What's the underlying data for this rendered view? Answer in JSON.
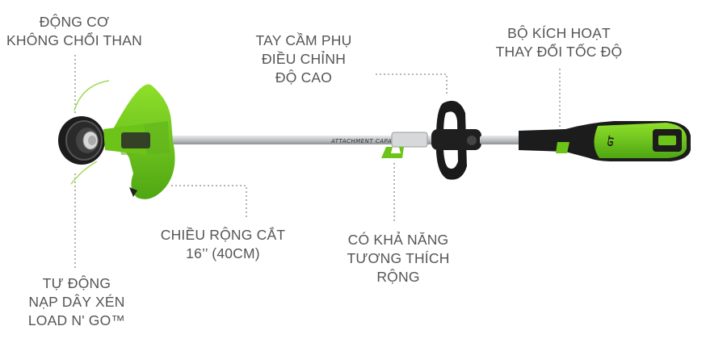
{
  "labels": {
    "motor": [
      "ĐỘNG CƠ",
      "KHÔNG CHỔI THAN"
    ],
    "aux_handle": [
      "TAY CẦM PHỤ",
      "ĐIỀU CHỈNH",
      "ĐỘ CAO"
    ],
    "trigger": [
      "BỘ KÍCH HOẠT",
      "THAY ĐỔI TỐC ĐỘ"
    ],
    "cut_width": [
      "CHIỀU RỘNG CẮT",
      "16’’ (40CM)"
    ],
    "compat": [
      "CÓ KHẢ NĂNG",
      "TƯƠNG THÍCH",
      "RỘNG"
    ],
    "feed": [
      "TỰ ĐỘNG",
      "NẠP DÂY XÉN",
      "LOAD N' GO™"
    ]
  },
  "shaft_text": "ATTACHMENT CAPABLE",
  "colors": {
    "brand_green": "#6cc418",
    "dark_green": "#3f8a0e",
    "body_black": "#1c1c1c",
    "shaft": "#c9ccce",
    "label_text": "#555555",
    "leader": "#8a8a8a"
  }
}
